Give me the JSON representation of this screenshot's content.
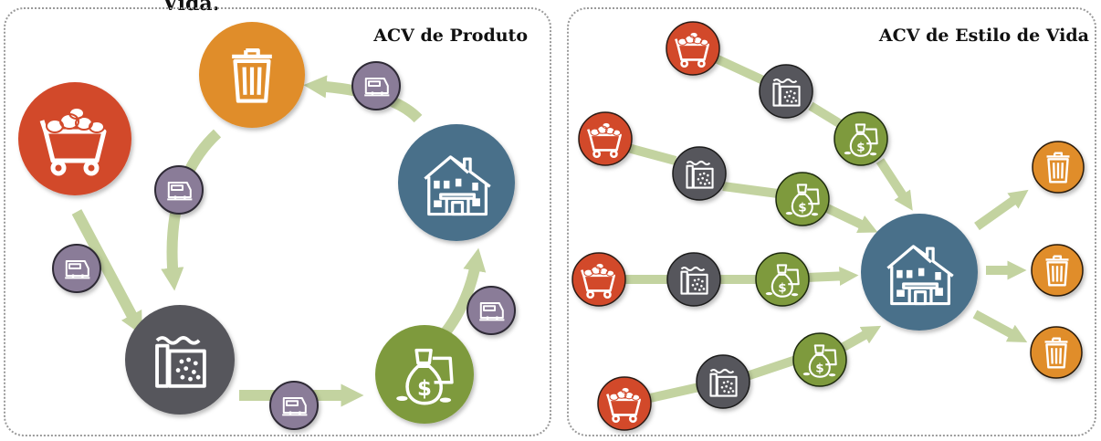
{
  "top_title_fragment": "Vida.",
  "panels": {
    "product": {
      "title": "ACV de Produto"
    },
    "lifestyle": {
      "title": "ACV de Estilo de Vida"
    }
  },
  "colors": {
    "extraction": "#d24a2c",
    "manufacturing": "#56575b",
    "purchase": "#7e9a3c",
    "use_home": "#4a6f8a",
    "disposal": "#e08d2a",
    "transport": "#8a7c98",
    "arrow": "#c3d3a0"
  },
  "icons": {
    "extraction": "mine-cart-icon",
    "manufacturing": "factory-icon",
    "purchase": "money-bag-icon",
    "use": "house-icon",
    "disposal": "trash-can-icon",
    "transport": "train-icon"
  }
}
